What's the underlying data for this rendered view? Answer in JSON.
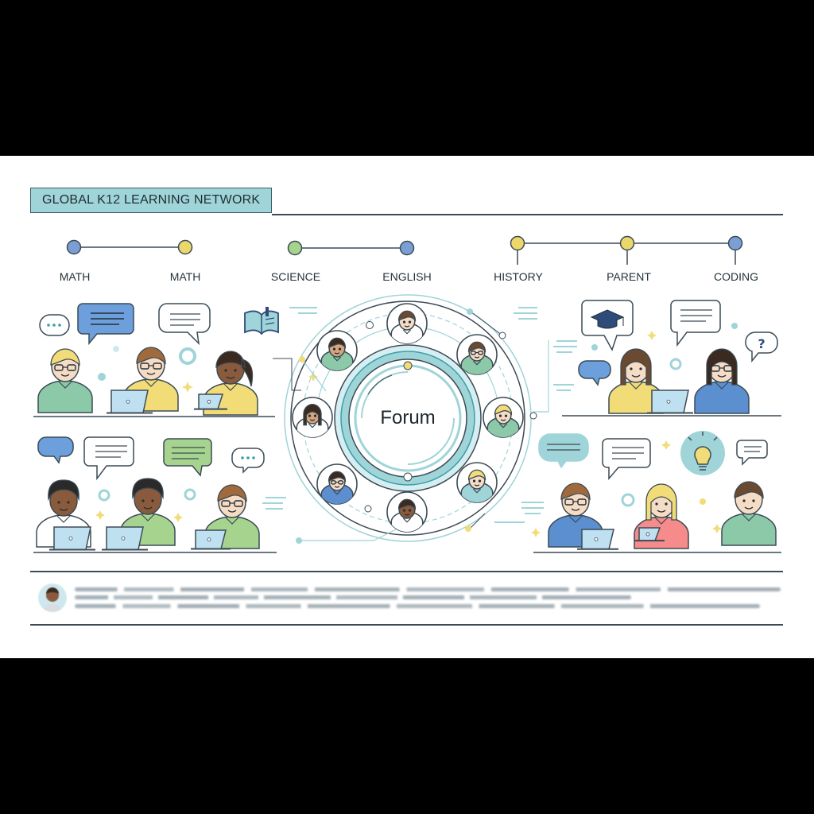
{
  "header": {
    "title": "GLOBAL K12 LEARNING NETWORK"
  },
  "tracks": [
    {
      "label": "MATH",
      "dot_color": "#7b9fd4"
    },
    {
      "label": "MATH",
      "dot_color": "#ecd86a"
    },
    {
      "label": "SCIENCE",
      "dot_color": "#a6d48f"
    },
    {
      "label": "ENGLISH",
      "dot_color": "#7b9fd4"
    },
    {
      "label": "HISTORY",
      "dot_color": "#ecd86a"
    },
    {
      "label": "PARENT",
      "dot_color": "#ecd86a"
    },
    {
      "label": "CODING",
      "dot_color": "#7b9fd4"
    }
  ],
  "hub": {
    "label": "Forum"
  },
  "colors": {
    "teal": "#9fd4d8",
    "blue_bubble": "#6c9fdc",
    "green_bubble": "#a6d48f",
    "yellow_shirt": "#f1dc78",
    "line": "#3c4b55"
  },
  "icons": [
    "book-icon",
    "graduation-cap-icon",
    "question-icon",
    "lightbulb-icon",
    "laptop-icon",
    "speech-bubble-icon"
  ]
}
